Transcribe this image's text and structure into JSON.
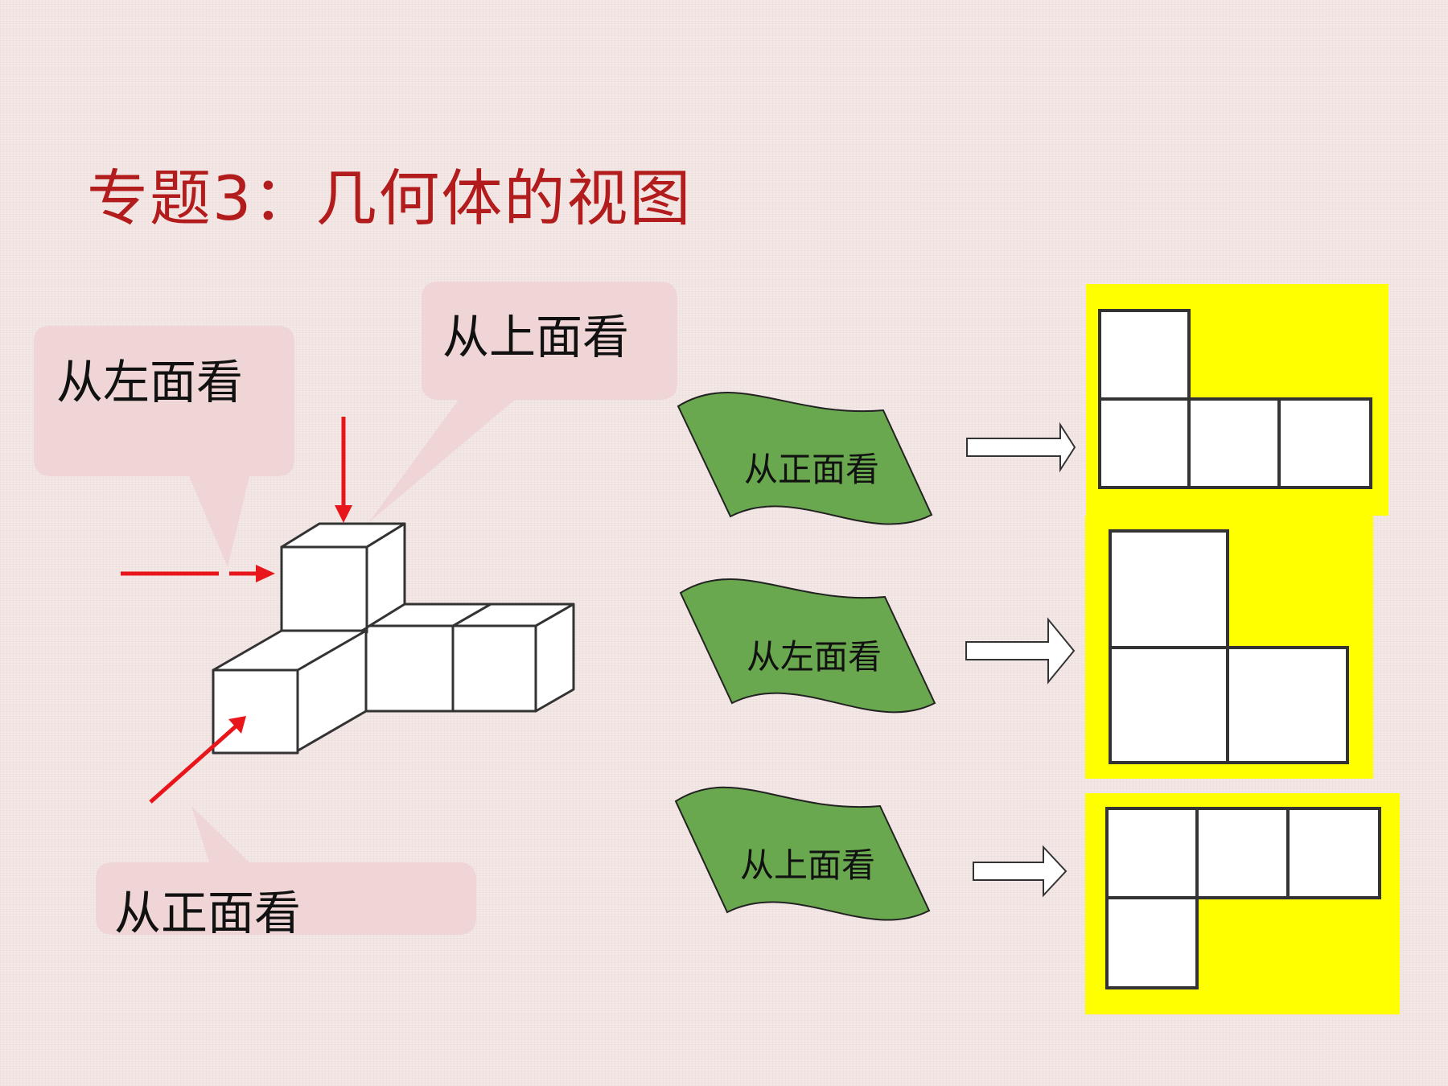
{
  "title": "专题3：几何体的视图",
  "callouts": {
    "left": "从左面看",
    "top": "从上面看",
    "front": "从正面看"
  },
  "banners": [
    {
      "label": "从正面看"
    },
    {
      "label": "从左面看"
    },
    {
      "label": "从上面看"
    }
  ],
  "colors": {
    "title": "#b31c1c",
    "arrow_red": "#e8151b",
    "banner_green": "#6aa84f",
    "highlight_yellow": "#ffff00",
    "callout_bg": "#efd5d5"
  }
}
